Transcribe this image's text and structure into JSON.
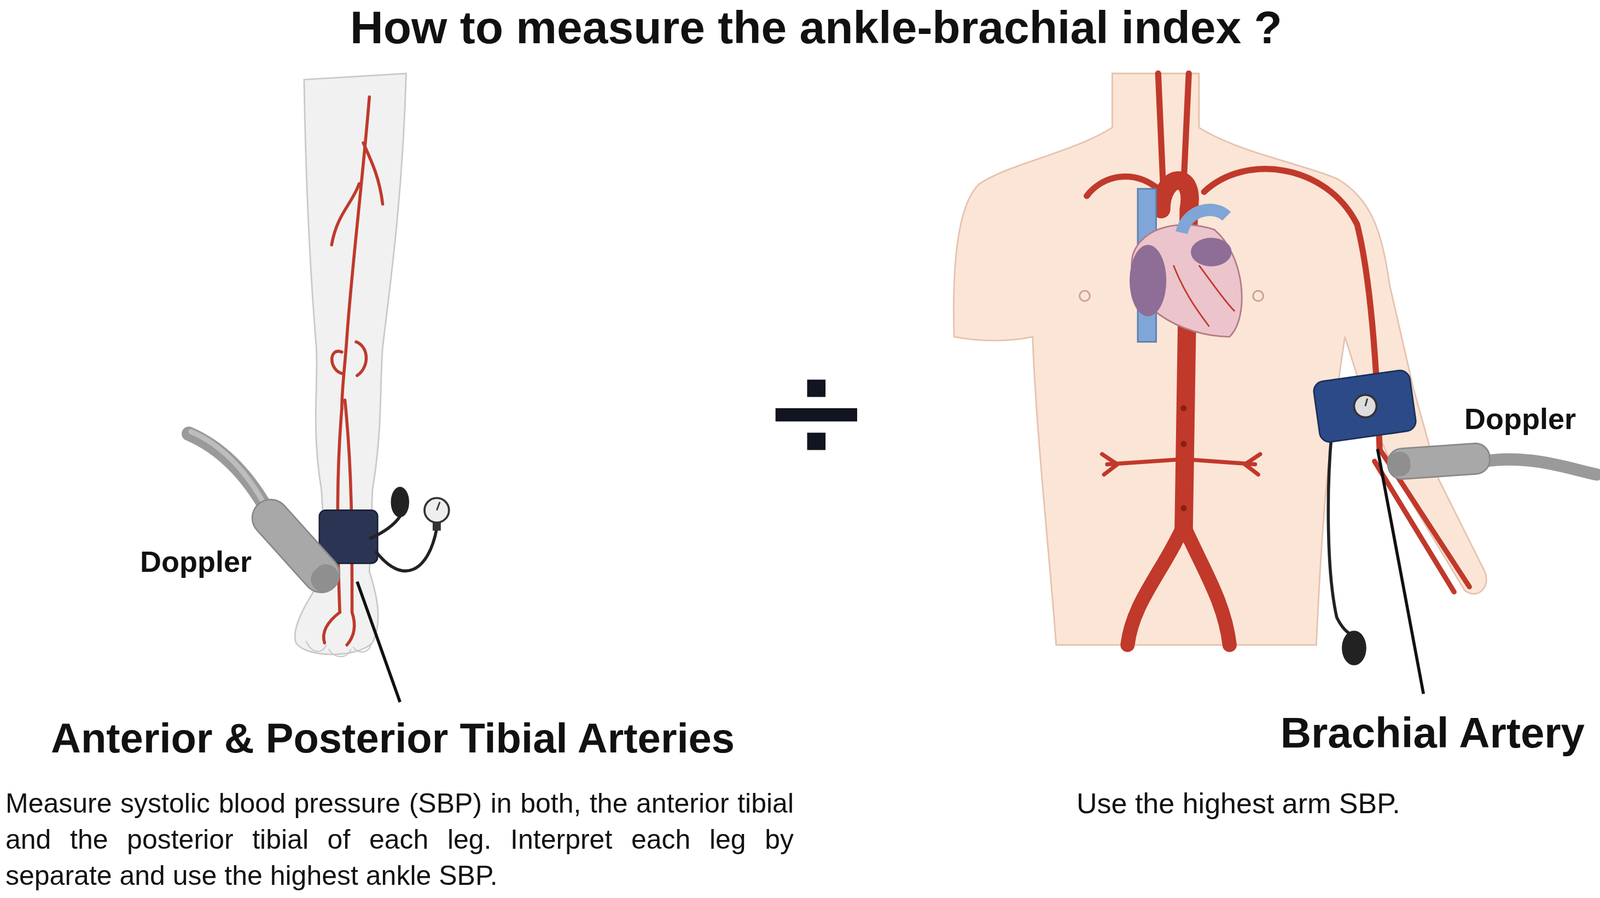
{
  "diagram": {
    "title": "How to measure the ankle-brachial index ?",
    "labels": [
      "Doppler",
      "Anterior & Posterior Tibial Arteries",
      "Measure systolic blood pressure (SBP) in both, the anterior tibial and the posterior tibial of each leg. Interpret each leg by separate and use the highest ankle SBP.",
      "Doppler",
      "Brachial Artery",
      "Use the highest arm SBP."
    ]
  }
}
